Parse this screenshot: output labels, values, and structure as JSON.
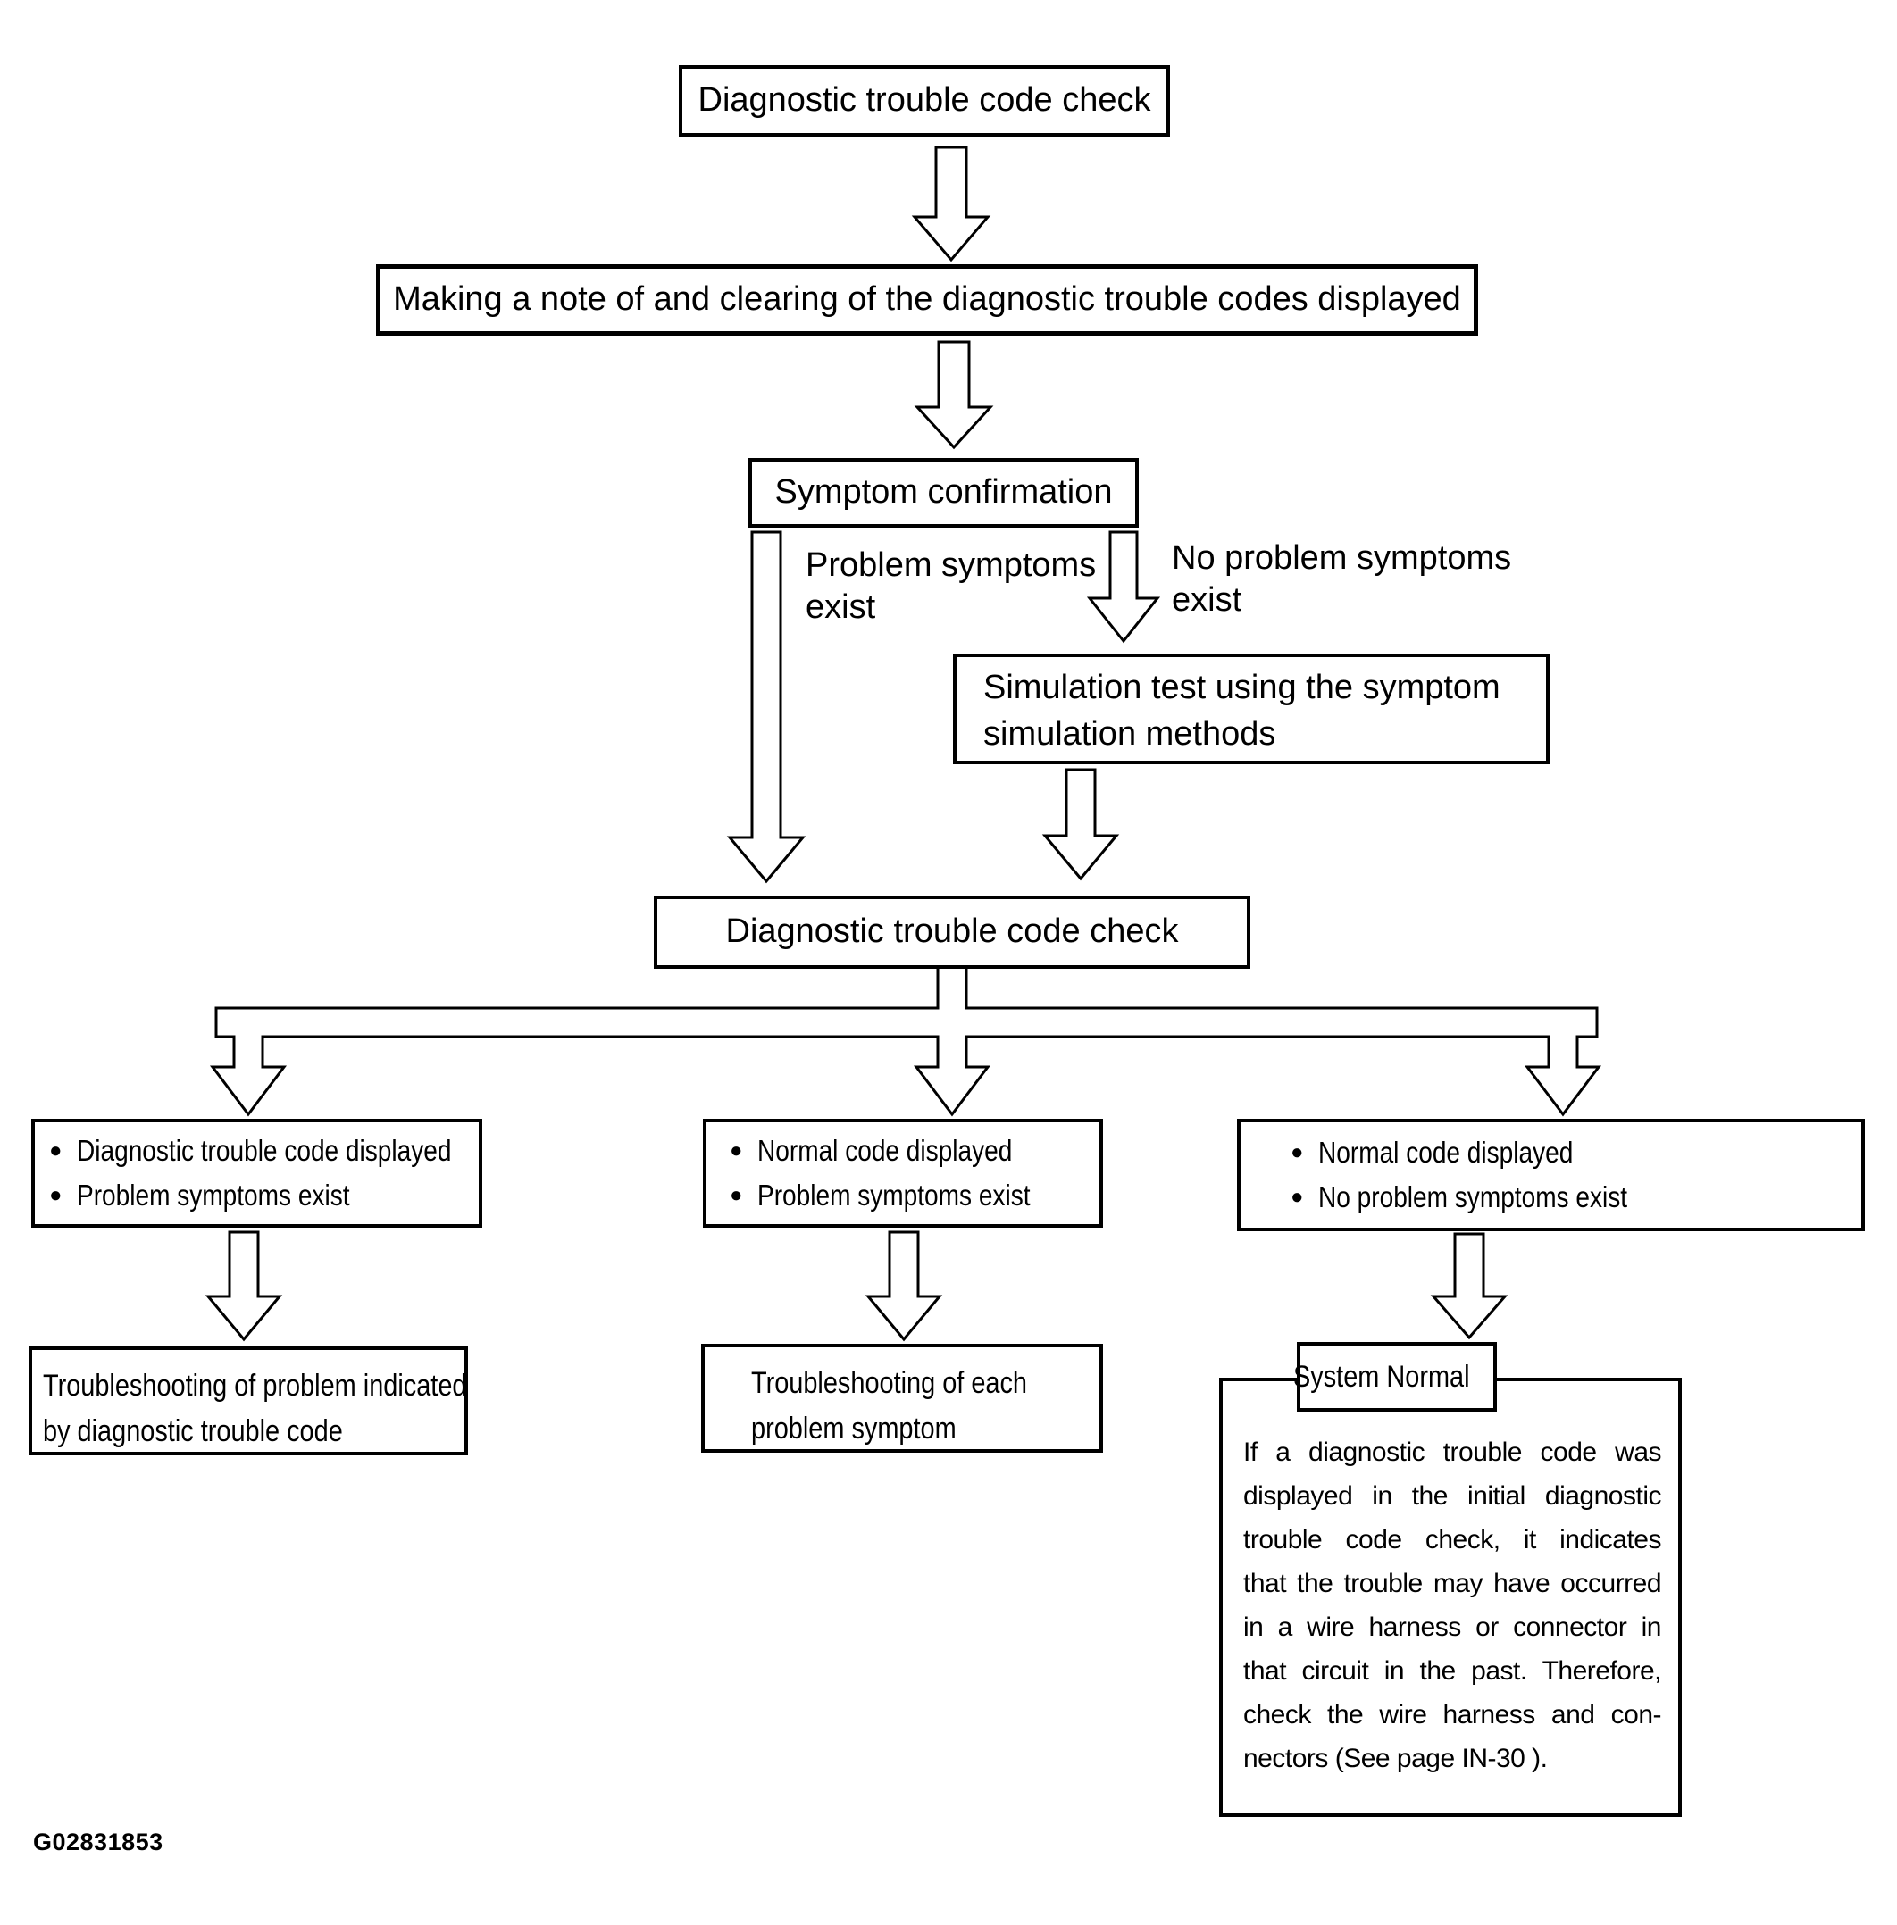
{
  "colors": {
    "ink": "#000000",
    "paper": "#ffffff"
  },
  "figure_code": "G02831853",
  "flowchart": {
    "step1": "Diagnostic trouble code check",
    "step2": "Making a note of and clearing of the diagnostic trouble codes displayed",
    "step3": "Symptom confirmation",
    "branch_problem": {
      "line1": "Problem symptoms",
      "line2": "exist"
    },
    "branch_no_problem": {
      "line1": "No problem symptoms",
      "line2": "exist"
    },
    "step4": {
      "line1": "Simulation test using the symptom",
      "line2": "simulation methods"
    },
    "step5": "Diagnostic trouble code check",
    "bullet_glyph": "●",
    "case_left": {
      "item1": "Diagnostic trouble code displayed",
      "item2": "Problem symptoms exist"
    },
    "case_middle": {
      "item1": "Normal code displayed",
      "item2": "Problem symptoms exist"
    },
    "case_right": {
      "item1": "Normal code displayed",
      "item2": "No problem symptoms exist"
    },
    "result_left": {
      "line1": "Troubleshooting of problem indicated",
      "line2": "by diagnostic trouble code"
    },
    "result_middle": {
      "line1": "Troubleshooting of each",
      "line2": "problem symptom"
    },
    "result_right": {
      "title": "System Normal",
      "para": [
        "If a diagnostic trouble code was",
        "displayed in the initial diagnostic",
        "trouble code check, it indicates",
        "that the trouble may have occurred",
        "in a wire harness or connector in",
        "that circuit in the past. Therefore,",
        "check the wire harness and con-",
        "nectors (See page IN-30 )."
      ]
    }
  }
}
